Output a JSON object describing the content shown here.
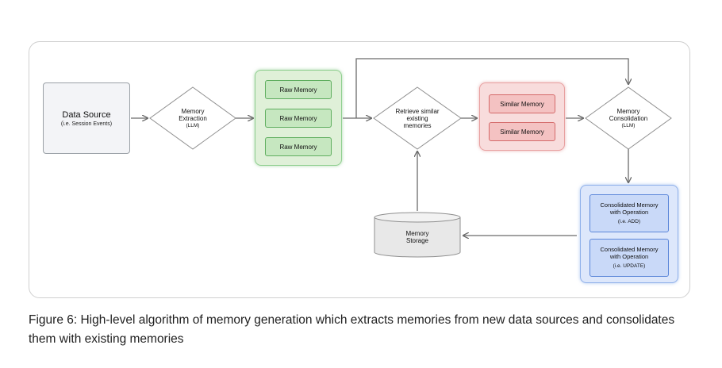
{
  "diagram": {
    "data_source": {
      "title": "Data Source",
      "subtitle": "(i.e. Session Events)"
    },
    "memory_extraction": {
      "line1": "Memory",
      "line2": "Extraction",
      "sub": "(LLM)"
    },
    "raw_memories": [
      "Raw Memory",
      "Raw Memory",
      "Raw Memory"
    ],
    "retrieve": {
      "line1": "Retrieve similar",
      "line2": "existing",
      "line3": "memories"
    },
    "similar_memories": [
      "Similar Memory",
      "Similar Memory"
    ],
    "consolidation": {
      "line1": "Memory",
      "line2": "Consolidation",
      "sub": "(LLM)"
    },
    "consolidated": [
      {
        "line1": "Consolidated Memory",
        "line2": "with Operation",
        "op": "(i.e. ADD)"
      },
      {
        "line1": "Consolidated Memory",
        "line2": "with Operation",
        "op": "(i.e. UPDATE)"
      }
    ],
    "storage": {
      "line1": "Memory",
      "line2": "Storage"
    },
    "colors": {
      "green_fill": "#dff0d8",
      "green_border": "#5fae5f",
      "red_fill": "#f8dcdc",
      "red_border": "#d46a6a",
      "blue_fill": "#dde7fb",
      "blue_border": "#5b86d9",
      "arrow": "#6b6b6b"
    }
  },
  "caption": {
    "text": "Figure 6: High-level algorithm of memory generation which extracts memories from new data sources and consolidates them with existing memories"
  }
}
